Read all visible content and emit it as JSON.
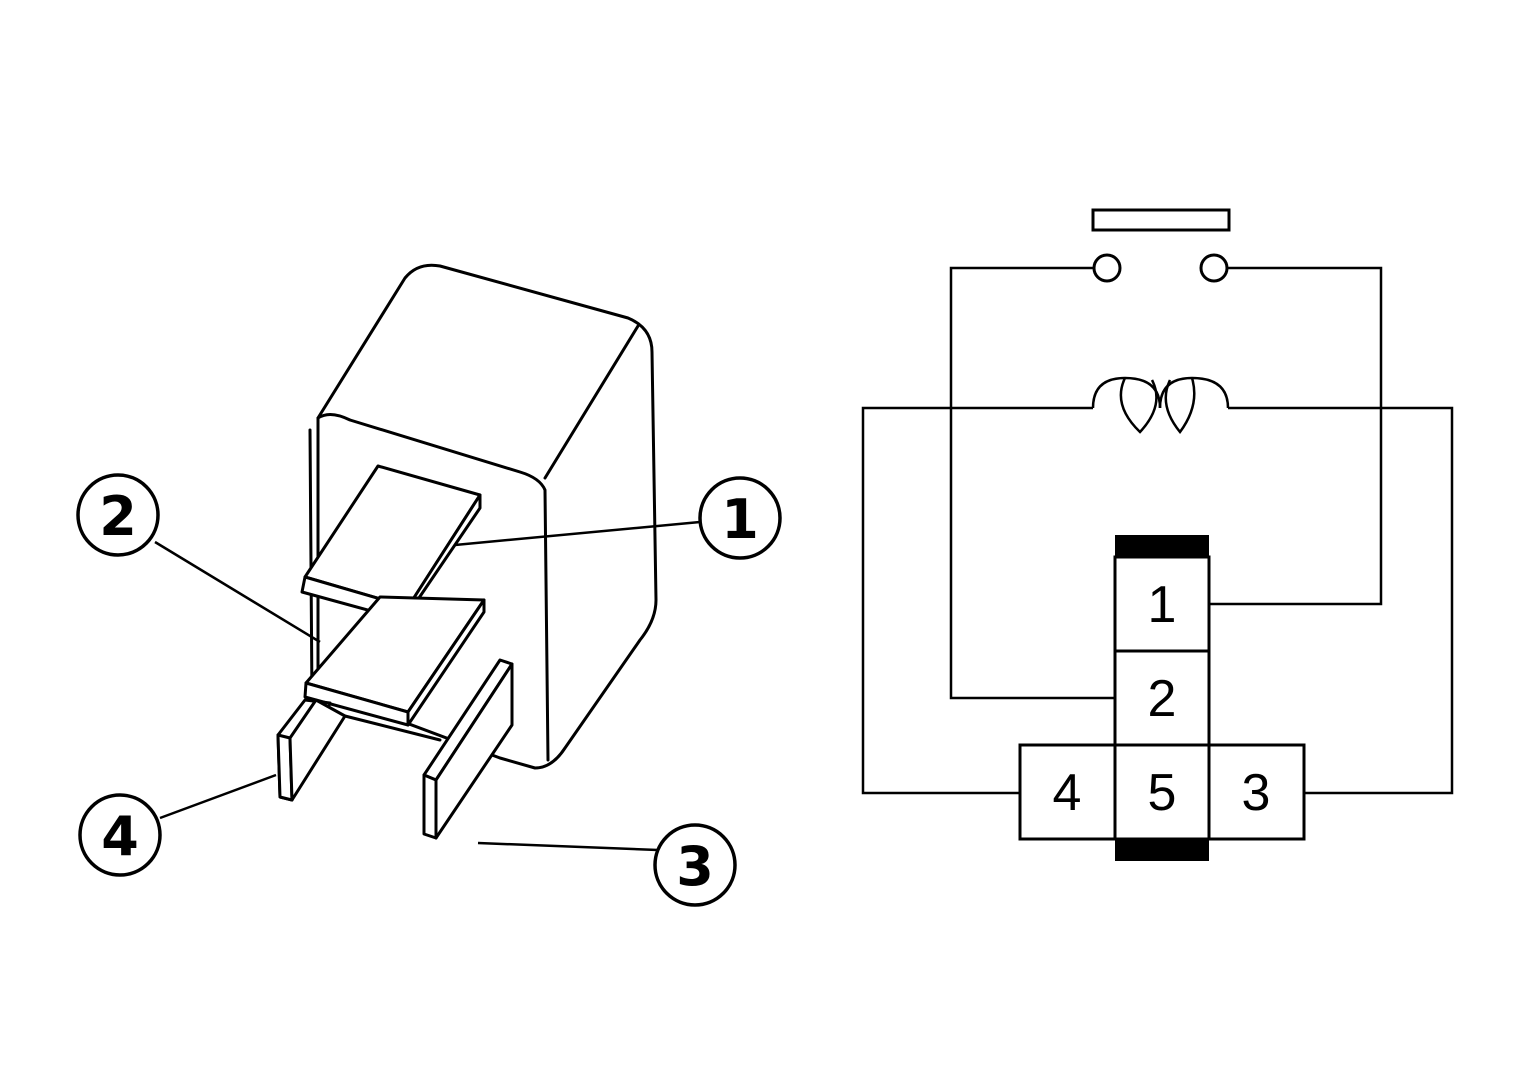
{
  "relay_drawing": {
    "callouts": [
      {
        "id": "1",
        "label": "1"
      },
      {
        "id": "2",
        "label": "2"
      },
      {
        "id": "3",
        "label": "3"
      },
      {
        "id": "4",
        "label": "4"
      }
    ]
  },
  "connector_diagram": {
    "pins": [
      {
        "id": "1",
        "label": "1"
      },
      {
        "id": "2",
        "label": "2"
      },
      {
        "id": "3",
        "label": "3"
      },
      {
        "id": "4",
        "label": "4"
      },
      {
        "id": "5",
        "label": "5"
      }
    ],
    "colors": {
      "line": "#000000",
      "background": "#ffffff"
    }
  }
}
